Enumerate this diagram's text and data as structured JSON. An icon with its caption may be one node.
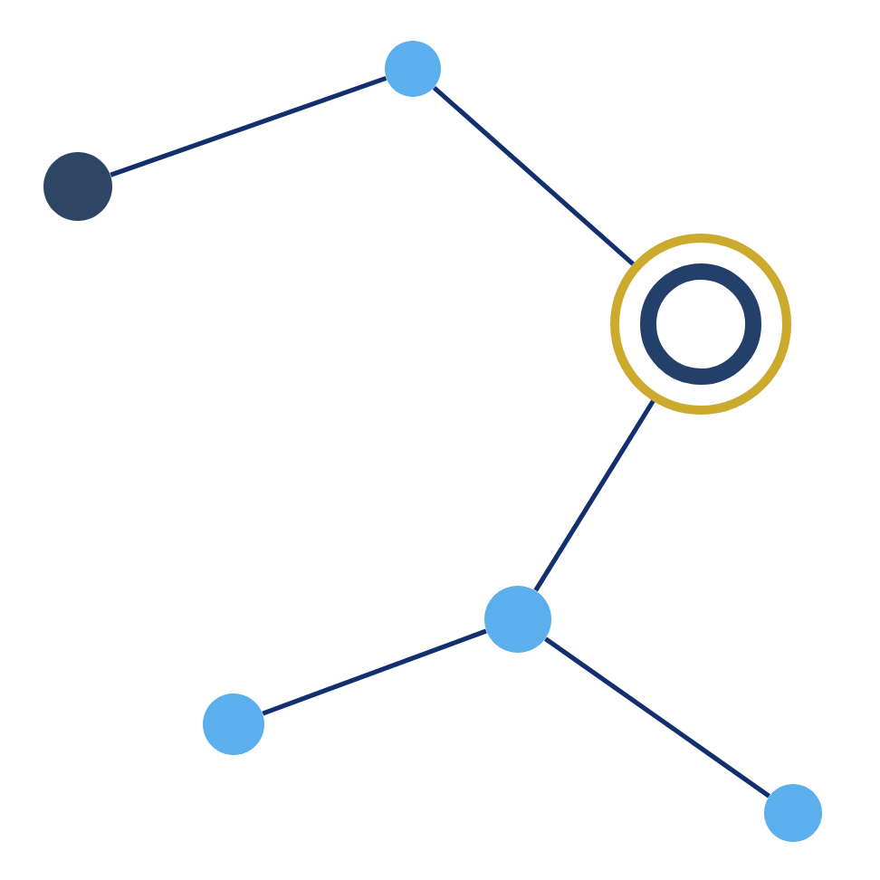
{
  "diagram": {
    "nodes": [
      {
        "text": [],
        "shape": "circle"
      },
      {
        "text": [],
        "shape": "circle"
      },
      {
        "text": [],
        "shape": "circle"
      },
      {
        "text": [],
        "shape": "circle"
      },
      {
        "text": [],
        "shape": "circle"
      },
      {
        "text": [],
        "shape": "circle"
      }
    ],
    "edges": [
      {
        "from": 0,
        "to": 1,
        "arrow": "none"
      },
      {
        "from": 1,
        "to": 2,
        "arrow": "none"
      },
      {
        "from": 2,
        "to": 3,
        "arrow": "none"
      },
      {
        "from": 3,
        "to": 4,
        "arrow": "none"
      },
      {
        "from": 3,
        "to": 5,
        "arrow": "none"
      }
    ]
  }
}
